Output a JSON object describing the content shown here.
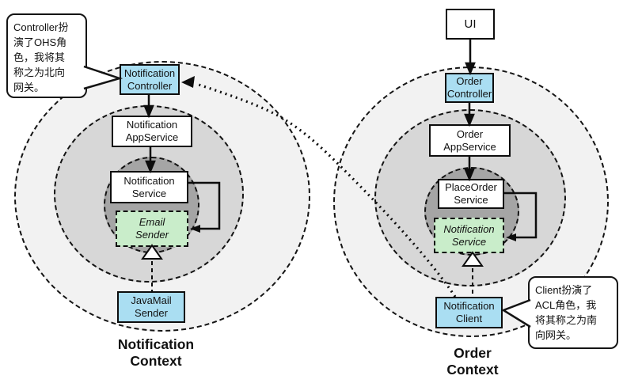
{
  "diagram": {
    "title_implicit": "",
    "colors": {
      "box_blue": "#aadef2",
      "box_green": "#c9edca",
      "ring_outer": "#f2f2f2",
      "ring_middle": "#d7d7d7",
      "ring_inner": "#a5a5a5",
      "line_black": "#141414"
    },
    "boxes": {
      "ui": {
        "lines": [
          "UI",
          ""
        ]
      },
      "order_controller": {
        "lines": [
          "Order",
          "Controller"
        ]
      },
      "order_appservice": {
        "lines": [
          "Order",
          "AppService"
        ]
      },
      "placeorder_service": {
        "lines": [
          "PlaceOrder",
          "Service"
        ]
      },
      "order_notification_service": {
        "lines": [
          "Notification",
          "Service"
        ]
      },
      "notification_client": {
        "lines": [
          "Notification",
          "Client"
        ]
      },
      "notification_controller": {
        "lines": [
          "Notification",
          "Controller"
        ]
      },
      "notification_appservice": {
        "lines": [
          "Notification",
          "AppService"
        ]
      },
      "notification_service": {
        "lines": [
          "Notification",
          "Service"
        ]
      },
      "email_sender": {
        "lines": [
          "Email",
          "Sender"
        ]
      },
      "javamail_sender": {
        "lines": [
          "JavaMail",
          "Sender"
        ]
      }
    },
    "context_labels": {
      "notification": {
        "lines": [
          "Notification",
          "Context"
        ]
      },
      "order": {
        "lines": [
          "Order",
          "Context"
        ]
      }
    },
    "callouts": {
      "north_gateway": {
        "lines": [
          "Controller扮",
          "演了OHS角",
          "色，我将其",
          "称之为北向",
          "网关。"
        ]
      },
      "south_gateway": {
        "lines": [
          "Client扮演了",
          "ACL角色，我",
          "将其称之为南",
          "向网关。"
        ]
      }
    }
  }
}
